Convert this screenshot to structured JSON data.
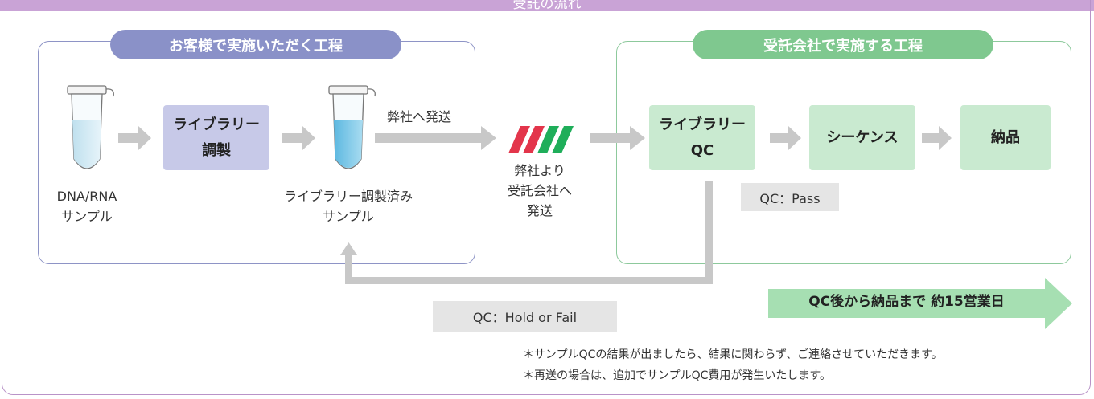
{
  "header": {
    "title": "受託の流れ"
  },
  "groups": {
    "customer": {
      "title": "お客様で実施いただく工程"
    },
    "vendor": {
      "title": "受託会社で実施する工程"
    }
  },
  "steps": {
    "sample_label": "DNA/RNA\nサンプル",
    "library_prep": {
      "line1": "ライブラリー",
      "line2": "調製"
    },
    "prepared_sample_label": "ライブラリー調製済み\nサンプル",
    "ship_to_us": "弊社へ発送",
    "ship_to_vendor": "弊社より\n受託会社へ\n発送",
    "library_qc": {
      "line1": "ライブラリー",
      "line2": "QC"
    },
    "sequence": "シーケンス",
    "delivery": "納品"
  },
  "status": {
    "pass": "QC：Pass",
    "hold_fail": "QC：Hold or Fail"
  },
  "timeline": {
    "label": "QC後から納品まで 約15営業日"
  },
  "notes": [
    "＊サンプルQCの結果が出ましたら、結果に関わらず、ご連絡させていただきます。",
    "＊再送の場合は、追加でサンプルQC費用が発生いたします。"
  ],
  "icons": [
    "sample-tube-icon",
    "prepared-tube-icon",
    "company-logo-icon",
    "arrow-right-icon",
    "return-arrow-icon"
  ],
  "colors": {
    "frame": "#b993c8",
    "customer_accent": "#8a91c8",
    "customer_box": "#c7c9e8",
    "vendor_accent": "#7fc88f",
    "vendor_box": "#c9ead0",
    "timeline_arrow": "#a6dfb2",
    "arrow_gray": "#c8c8c8",
    "label_gray": "#e5e5e5"
  }
}
